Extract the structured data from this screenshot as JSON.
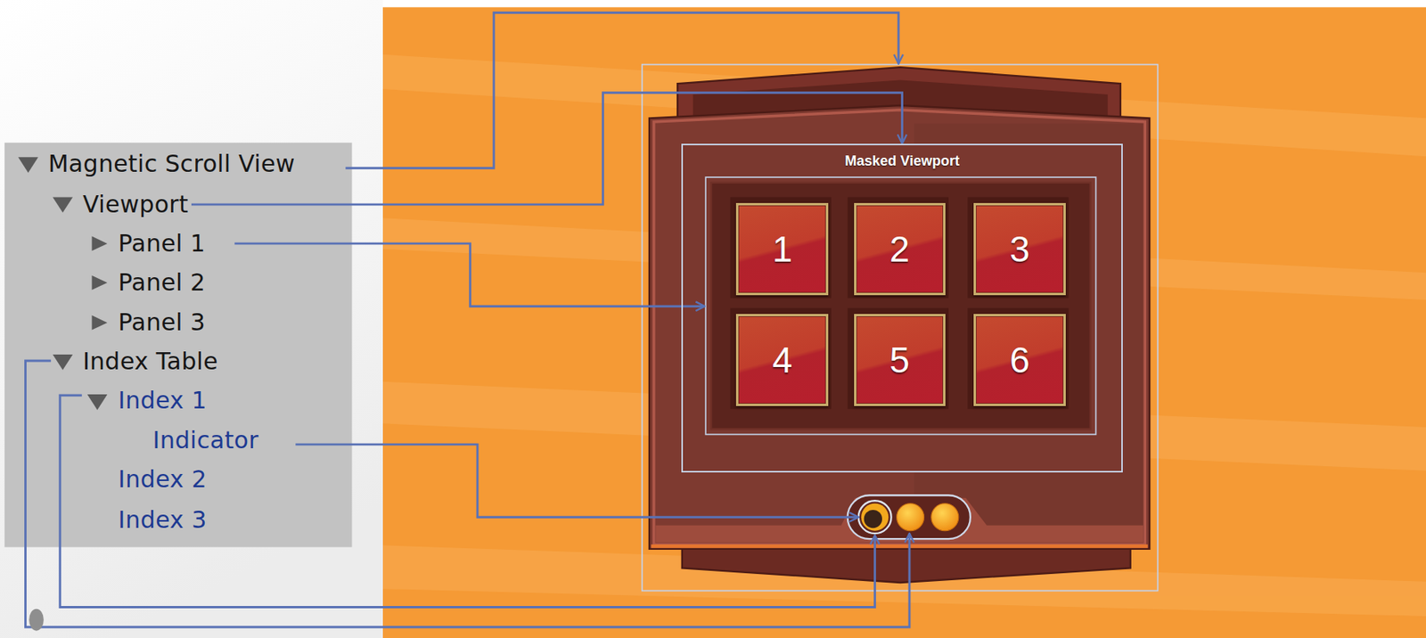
{
  "diagram": {
    "nodes": [
      {
        "text": [
          "Magnetic Scroll View"
        ]
      },
      {
        "text": [
          "Viewport"
        ]
      },
      {
        "text": [
          "Panel 1"
        ]
      },
      {
        "text": [
          "Panel 2"
        ]
      },
      {
        "text": [
          "Panel 3"
        ]
      },
      {
        "text": [
          "Index Table"
        ]
      },
      {
        "text": [
          "Index 1"
        ]
      },
      {
        "text": [
          "Indicator"
        ]
      },
      {
        "text": [
          "Index 2"
        ]
      },
      {
        "text": [
          "Index 3"
        ]
      },
      {
        "text": [
          "Masked Viewport"
        ]
      },
      {
        "text": [
          "1"
        ],
        "in": 10
      },
      {
        "text": [
          "2"
        ],
        "in": 10
      },
      {
        "text": [
          "3"
        ],
        "in": 10
      },
      {
        "text": [
          "4"
        ],
        "in": 10
      },
      {
        "text": [
          "5"
        ],
        "in": 10
      },
      {
        "text": [
          "6"
        ],
        "in": 10
      }
    ],
    "edges": [
      {
        "from": 1,
        "to": 10,
        "arrow": "to"
      }
    ]
  }
}
